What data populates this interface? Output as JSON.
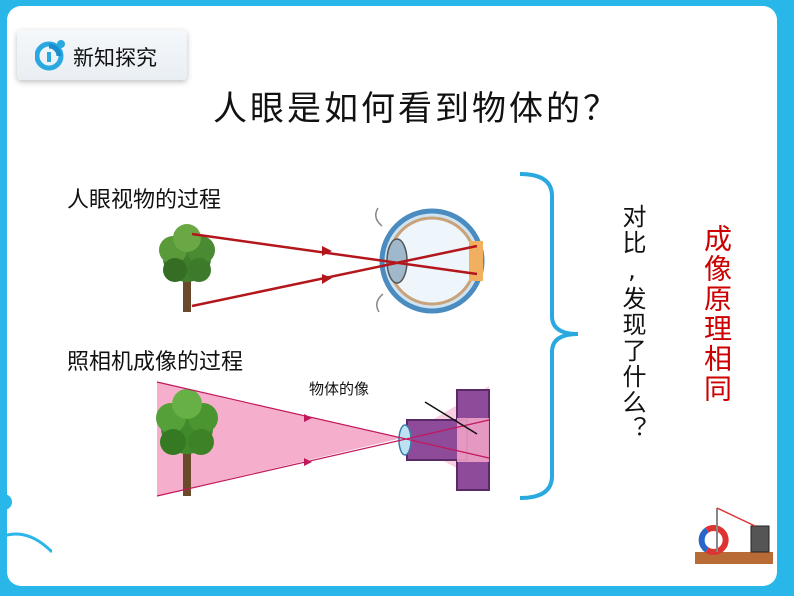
{
  "header": {
    "title": "新知探究",
    "icon": "info-logo-icon"
  },
  "question": "人眼是如何看到物体的？",
  "eye_section": {
    "label": "人眼视物的过程"
  },
  "camera_section": {
    "label": "照相机成像的过程",
    "image_label": "物体的像"
  },
  "compare_text": "对比,发现了什么？",
  "answer_text": "成像原理相同",
  "colors": {
    "accent_blue": "#29b6e8",
    "answer_red": "#cc0000",
    "ray_red": "#b3161b",
    "pink_beam": "#f4a6c8",
    "camera_purple": "#8e4b9a"
  }
}
